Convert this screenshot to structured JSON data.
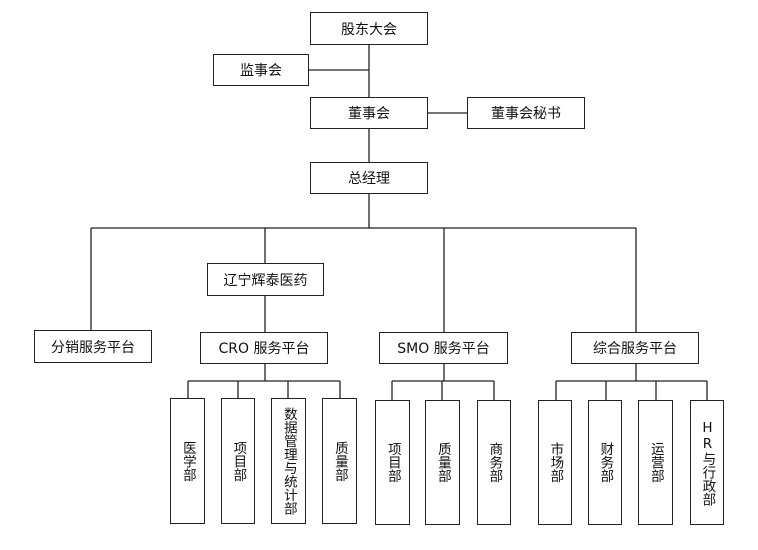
{
  "org": {
    "shareholders": "股东大会",
    "supervisors": "监事会",
    "board": "董事会",
    "board_secretary": "董事会秘书",
    "gm": "总经理",
    "liaoning": "辽宁辉泰医药",
    "platforms": {
      "distribution": "分销服务平台",
      "cro": "CRO 服务平台",
      "smo": "SMO 服务平台",
      "general": "综合服务平台"
    },
    "cro_depts": [
      "医学部",
      "项目部",
      "数据管理与统计部",
      "质量部"
    ],
    "smo_depts": [
      "项目部",
      "质量部",
      "商务部"
    ],
    "general_depts": [
      "市场部",
      "财务部",
      "运营部",
      "HR与行政部"
    ]
  },
  "colors": {
    "line": "#222222",
    "box_border": "#222222",
    "background": "#ffffff"
  }
}
